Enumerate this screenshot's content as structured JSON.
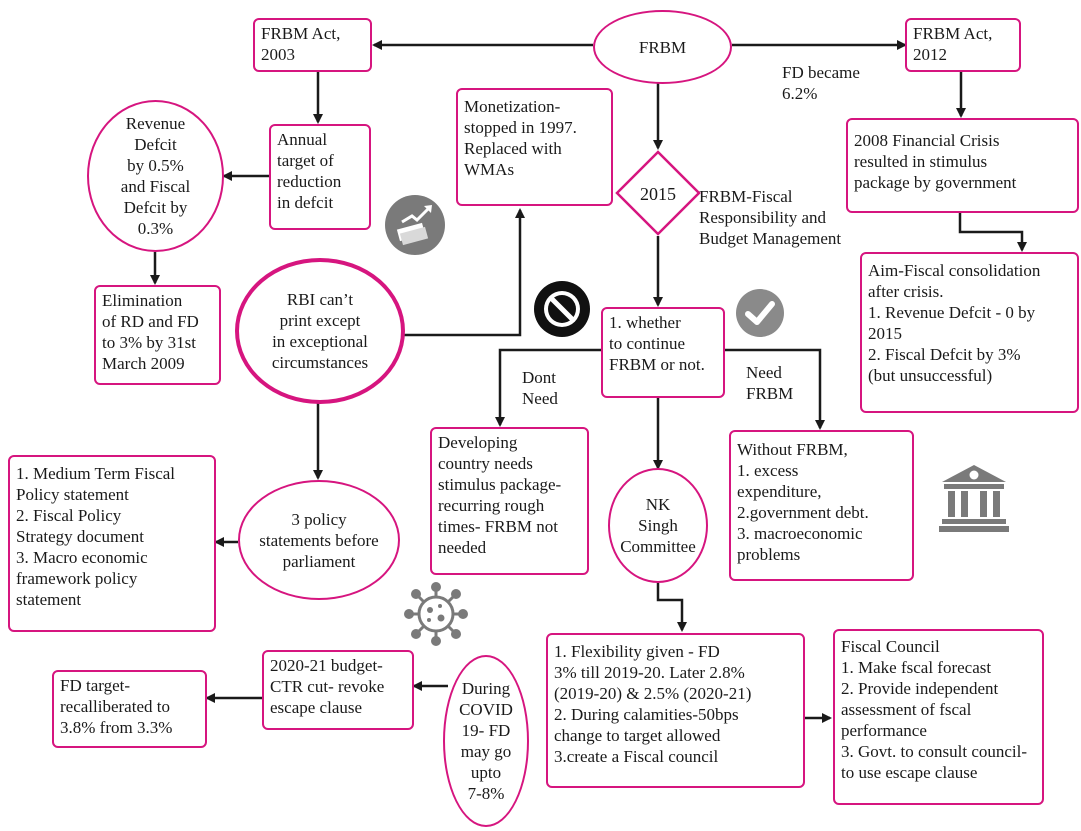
{
  "nodes": {
    "frbm": "FRBM",
    "frbm_act_2003": "FRBM Act,\n2003",
    "frbm_act_2012": "FRBM Act,\n2012",
    "fd_became": "FD became\n6.2%",
    "annual_target": "Annual\ntarget of\nreduction\nin defcit",
    "revenue_deficit_target": "Revenue\nDefcit\nby 0.5%\nand Fiscal\nDefcit by\n0.3%",
    "elimination": "Elimination\nof RD and FD\nto 3% by 31st\nMarch 2009",
    "monetization": "Monetization-\nstopped in 1997.\nReplaced with\nWMAs",
    "year_2015": "2015",
    "frbm_full_form": "FRBM-Fiscal\nResponsibility and\nBudget Management",
    "financial_crisis": "2008 Financial Crisis\nresulted in stimulus\npackage by government",
    "aim_fiscal": "Aim-Fiscal consolidation\nafter crisis.\n1. Revenue Defcit - 0 by\n2015\n2. Fiscal Defcit by 3%\n(but unsuccessful)",
    "rbi_print": "RBI can’t\nprint except\nin exceptional\ncircumstances",
    "whether_continue": "1. whether\nto continue\nFRBM or not.",
    "dont_need": "Dont\nNeed",
    "need_frbm": "Need\nFRBM",
    "developing_country": "Developing\ncountry needs\nstimulus package-\nrecurring rough\ntimes- FRBM not\nneeded",
    "without_frbm": "Without FRBM,\n1. excess\nexpenditure,\n2.government debt.\n3. macroeconomic\nproblems",
    "nk_singh": "NK\nSingh\nCommittee",
    "policy_statements_list": "1. Medium Term Fiscal\nPolicy statement\n2. Fiscal Policy\nStrategy document\n3. Macro economic\nframework policy\nstatement",
    "three_policy": "3 policy\nstatements before\nparliament",
    "flexibility": "1. Flexibility given - FD\n3% till 2019-20. Later 2.8%\n(2019-20) & 2.5% (2020-21)\n2. During calamities-50bps\nchange to target allowed\n3.create a Fiscal council",
    "fiscal_council": "Fiscal Council\n1. Make fscal forecast\n2. Provide independent\nassessment of fscal\nperformance\n3. Govt. to consult council-\nto use escape clause",
    "budget_2020": "2020-21 budget-\nCTR cut- revoke\nescape clause",
    "covid": "During\nCOVID\n19- FD\nmay go\nupto\n7-8%",
    "fd_target": "FD target-\nrecalliberated to\n3.8% from 3.3%"
  },
  "icons": [
    "money-growth-icon",
    "prohibited-icon",
    "checkmark-icon",
    "bank-icon",
    "virus-icon"
  ],
  "colors": {
    "border": "#d6157f",
    "arrow": "#1a1a1a",
    "icon_gray": "#7a7a7a"
  }
}
